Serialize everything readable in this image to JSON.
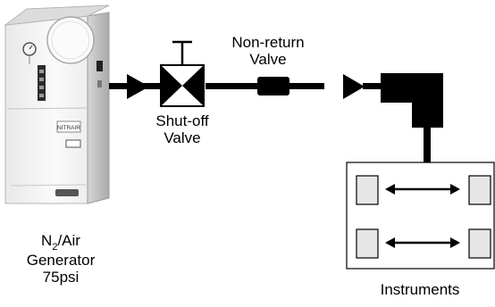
{
  "generator": {
    "name_prefix": "N",
    "name_subscript": "2",
    "name_suffix": "/Air",
    "line2": "Generator",
    "line3": "75psi",
    "badge_text": "NITRAIR"
  },
  "shutoff_valve": {
    "line1": "Shut-off",
    "line2": "Valve"
  },
  "nonreturn_valve": {
    "line1": "Non-return",
    "line2": "Valve"
  },
  "instruments": {
    "label": "Instruments"
  },
  "colors": {
    "pipe": "#000000",
    "instrument_box": "#e6e6e6",
    "generator_body": "#f2f2f2",
    "generator_shade": "#c8c8c8"
  }
}
